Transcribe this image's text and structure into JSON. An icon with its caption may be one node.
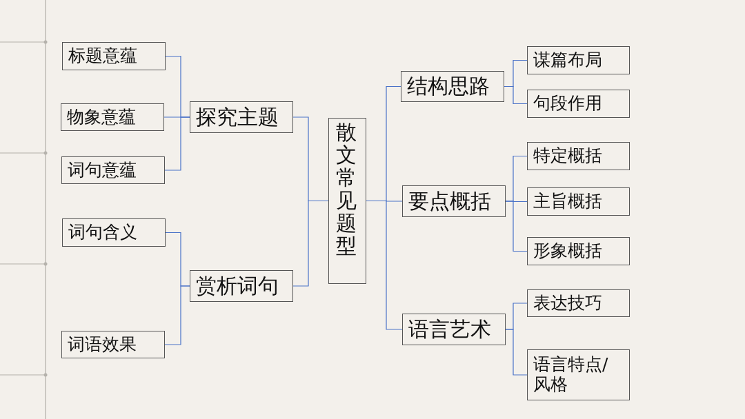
{
  "diagram": {
    "nodes": [
      {
        "text": [
          "散文常见题型"
        ]
      },
      {
        "text": [
          "探究主题"
        ]
      },
      {
        "text": [
          "标题意蕴"
        ]
      },
      {
        "text": [
          "物象意蕴"
        ]
      },
      {
        "text": [
          "词句意蕴"
        ]
      },
      {
        "text": [
          "赏析词句"
        ]
      },
      {
        "text": [
          "词句含义"
        ]
      },
      {
        "text": [
          "词语效果"
        ]
      },
      {
        "text": [
          "结构思路"
        ]
      },
      {
        "text": [
          "谋篇布局"
        ]
      },
      {
        "text": [
          "句段作用"
        ]
      },
      {
        "text": [
          "要点概括"
        ]
      },
      {
        "text": [
          "特定概括"
        ]
      },
      {
        "text": [
          "主旨概括"
        ]
      },
      {
        "text": [
          "形象概括"
        ]
      },
      {
        "text": [
          "语言艺术"
        ]
      },
      {
        "text": [
          "表达技巧"
        ]
      },
      {
        "text": [
          "语言特点/风格"
        ]
      }
    ],
    "edges": [
      {
        "from": 0,
        "to": 1,
        "arrow": "none"
      },
      {
        "from": 1,
        "to": 2,
        "arrow": "none"
      },
      {
        "from": 1,
        "to": 3,
        "arrow": "none"
      },
      {
        "from": 1,
        "to": 4,
        "arrow": "none"
      },
      {
        "from": 0,
        "to": 5,
        "arrow": "none"
      },
      {
        "from": 5,
        "to": 6,
        "arrow": "none"
      },
      {
        "from": 5,
        "to": 7,
        "arrow": "none"
      },
      {
        "from": 0,
        "to": 8,
        "arrow": "none"
      },
      {
        "from": 8,
        "to": 9,
        "arrow": "none"
      },
      {
        "from": 8,
        "to": 10,
        "arrow": "none"
      },
      {
        "from": 0,
        "to": 11,
        "arrow": "none"
      },
      {
        "from": 11,
        "to": 12,
        "arrow": "none"
      },
      {
        "from": 11,
        "to": 13,
        "arrow": "none"
      },
      {
        "from": 11,
        "to": 14,
        "arrow": "none"
      },
      {
        "from": 0,
        "to": 15,
        "arrow": "none"
      },
      {
        "from": 15,
        "to": 16,
        "arrow": "none"
      },
      {
        "from": 15,
        "to": 17,
        "arrow": "none"
      }
    ]
  }
}
